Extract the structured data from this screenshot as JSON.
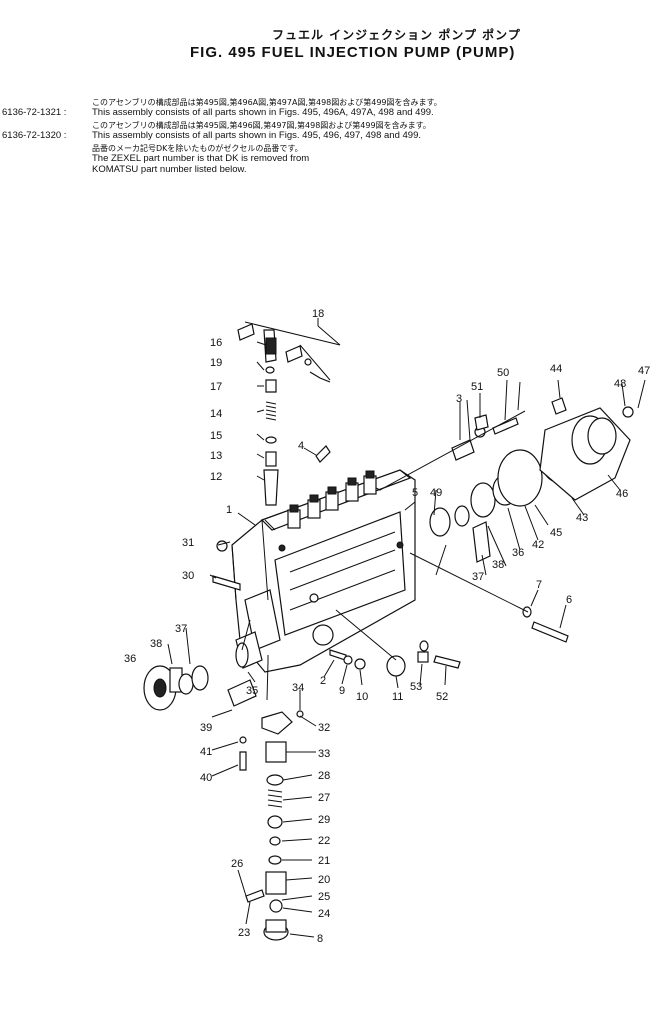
{
  "header": {
    "title_jp": "フュエル インジェクション ポンプ ポンプ",
    "title_en": "FIG. 495  FUEL  INJECTION  PUMP  (PUMP)"
  },
  "notes": [
    {
      "part_no": "",
      "text_jp": "このアセンブリの構成部品は第495図,第496A図,第497A図,第498図および第499図を含みます。",
      "text": ""
    },
    {
      "part_no": "6136-72-1321 :",
      "text_jp": "",
      "text": "This assembly consists of all parts shown in Figs. 495, 496A, 497A, 498 and 499."
    },
    {
      "part_no": "",
      "text_jp": "このアセンブリの構成部品は第495図,第496図,第497図,第498図および第499図を含みます。",
      "text": ""
    },
    {
      "part_no": "6136-72-1320 :",
      "text_jp": "",
      "text": "This assembly consists of all parts shown in Figs. 495, 496, 497, 498 and 499."
    },
    {
      "part_no": "",
      "text_jp": "品番のメーカ記号DKを除いたものがゼクセルの品番です。",
      "text": ""
    },
    {
      "part_no": "",
      "text_jp": "",
      "text": "The ZEXEL part number is that DK is removed from"
    },
    {
      "part_no": "",
      "text_jp": "",
      "text": "KOMATSU part number listed below."
    }
  ],
  "callouts": [
    "1",
    "2",
    "3",
    "4",
    "5",
    "6",
    "7",
    "8",
    "9",
    "10",
    "11",
    "12",
    "13",
    "14",
    "15",
    "16",
    "17",
    "18",
    "19",
    "20",
    "21",
    "22",
    "23",
    "24",
    "25",
    "26",
    "27",
    "28",
    "29",
    "30",
    "31",
    "32",
    "33",
    "34",
    "35",
    "36",
    "36",
    "37",
    "37",
    "38",
    "38",
    "39",
    "40",
    "41",
    "42",
    "43",
    "44",
    "45",
    "46",
    "47",
    "48",
    "49",
    "50",
    "51",
    "52",
    "53"
  ]
}
